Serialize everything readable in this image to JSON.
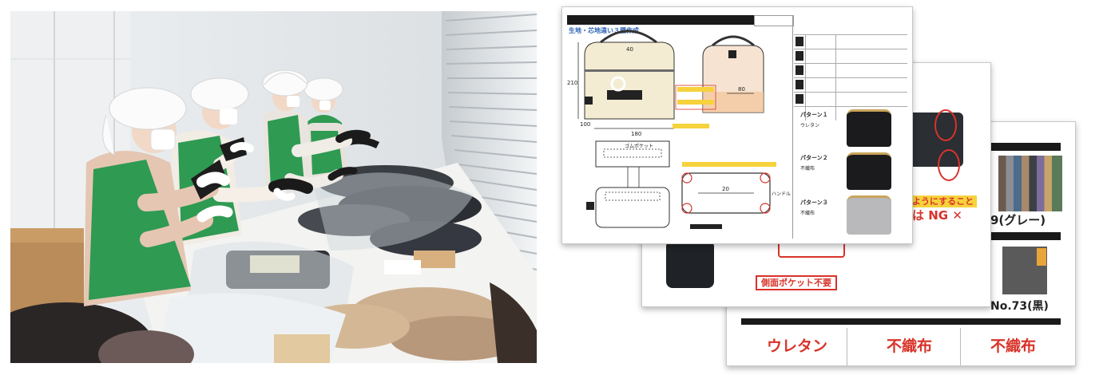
{
  "back_sheet": {
    "row_labels": [
      "ウレタン",
      "不織布",
      "不織布"
    ],
    "swatch_caption_1": "9(グレー)",
    "swatch_caption_2": "No.73(黒)"
  },
  "middle_sheet": {
    "callout_right": "なるようにすること",
    "callout_ng": "は NG",
    "callout_bottom": "側面ポケット不要"
  },
  "front_sheet": {
    "section_title": "生地・芯地違い３種作成",
    "dim_height": "210",
    "dim_depth": "100",
    "dim_width": "180",
    "dim_handle": "40",
    "dim_inner": "80",
    "dim_bottom": "20",
    "pattern_labels": [
      "パターン１",
      "パターン２",
      "パターン３"
    ],
    "pattern_notes": [
      "ウレタン",
      "不織布",
      "不織布"
    ],
    "pocket_label": "ゴムポケット",
    "handle_label": "ハンドル"
  },
  "colors": {
    "apron_green": "#2f9a52",
    "ng_red": "#d8332a",
    "callout_yellow": "#f6d23c",
    "bag_cream": "#f3ecd2",
    "header_blue": "#2d63b5"
  }
}
